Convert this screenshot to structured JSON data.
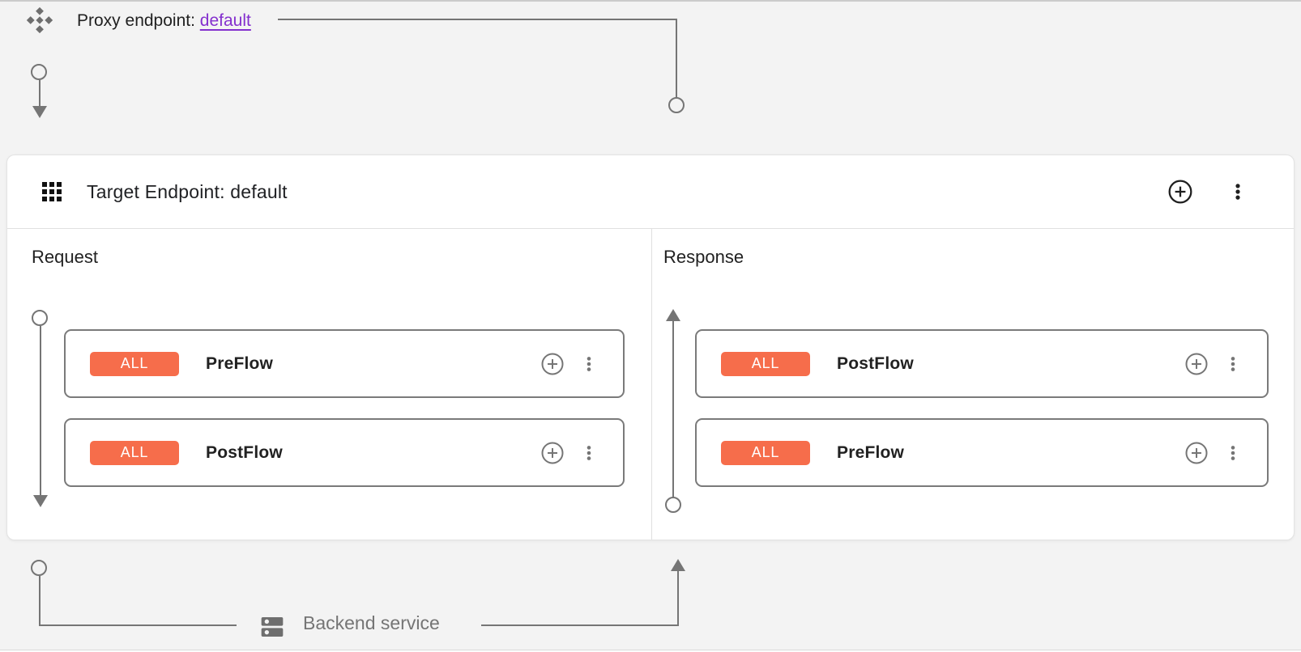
{
  "colors": {
    "accent-orange": "#F66D4B",
    "link-purple": "#8430CE",
    "connector-gray": "#757575"
  },
  "proxy": {
    "label": "Proxy endpoint:",
    "link_text": "default"
  },
  "target": {
    "title": "Target Endpoint: default",
    "request": {
      "title": "Request",
      "flows": [
        {
          "condition": "ALL",
          "name": "PreFlow"
        },
        {
          "condition": "ALL",
          "name": "PostFlow"
        }
      ]
    },
    "response": {
      "title": "Response",
      "flows": [
        {
          "condition": "ALL",
          "name": "PostFlow"
        },
        {
          "condition": "ALL",
          "name": "PreFlow"
        }
      ]
    }
  },
  "backend": {
    "label": "Backend service"
  },
  "icons": {
    "proxy": "proxy-endpoint-diamond-icon",
    "target": "grid-apps-icon",
    "add": "plus-circle-icon",
    "menu": "kebab-menu-icon",
    "backend": "dns-server-icon"
  }
}
